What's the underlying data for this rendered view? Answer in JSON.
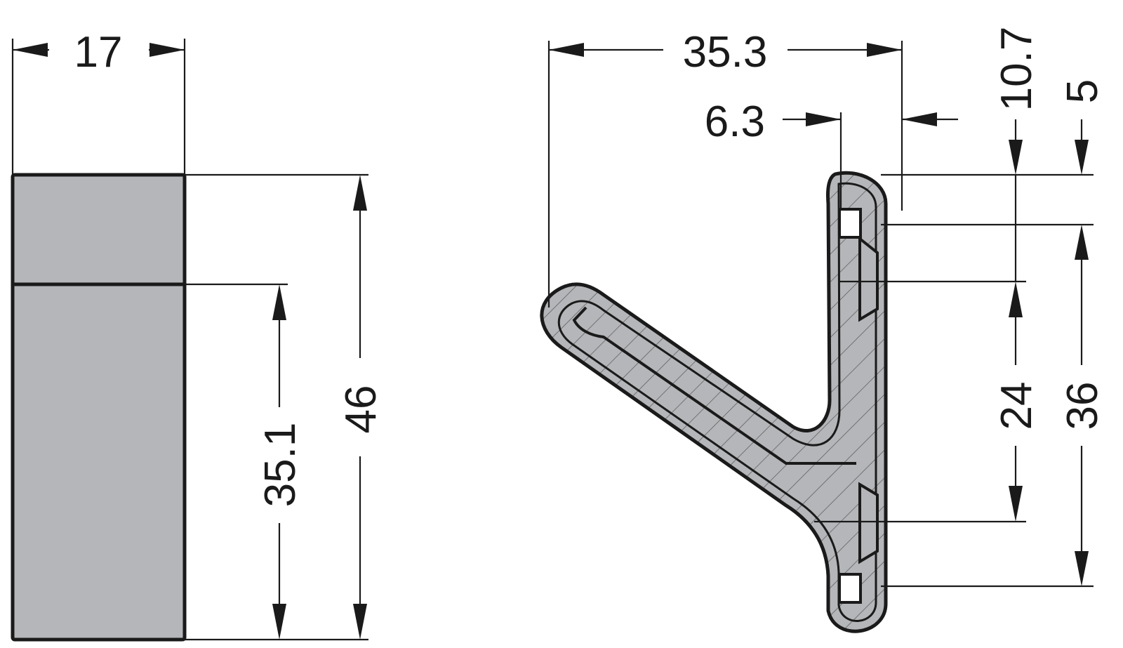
{
  "front_view": {
    "width_label": "17",
    "slot_height_label": "35.1",
    "total_height_label": "46",
    "body_color": "#b5b6b9"
  },
  "side_view": {
    "arm_length_label": "35.3",
    "base_depth_label": "6.3",
    "top_offset_label": "10.7",
    "top_screw_label": "5",
    "inner_length_label": "24",
    "screw_spacing_label": "36",
    "section_color": "#b5b6b9"
  }
}
